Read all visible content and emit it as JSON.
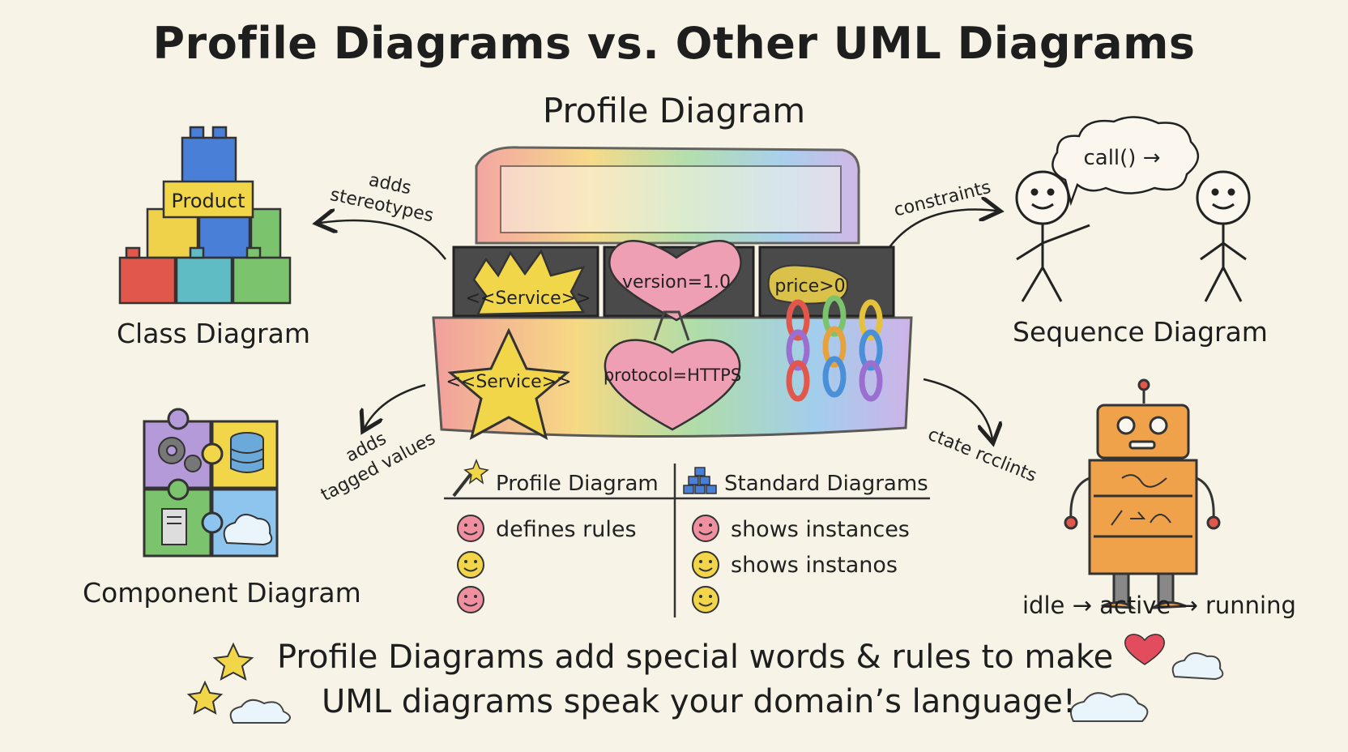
{
  "title": "Profile Diagrams vs. Other UML Diagrams",
  "center": {
    "heading": "Profile Diagram",
    "stereotype_label_1": "<<Service>>",
    "tag_version": "version=1.0",
    "constraint_price": "price>0",
    "stereotype_label_2": "<<Service>>",
    "tag_protocol": "protocol=HTTPS"
  },
  "class_diagram": {
    "caption": "Class Diagram",
    "block_label": "Product"
  },
  "sequence_diagram": {
    "caption": "Sequence Diagram",
    "bubble": "call() →"
  },
  "component_diagram": {
    "caption": "Component Diagram"
  },
  "state_diagram": {
    "caption": "idle → active → running"
  },
  "arrows": {
    "top_left": [
      "adds",
      "stereotypes"
    ],
    "top_right": "constraints",
    "bottom_left": [
      "adds",
      "tagged values"
    ],
    "bottom_right": "ctate rcclints"
  },
  "table": {
    "left_header": "Profile Diagram",
    "right_header": "Standard Diagrams",
    "left_rows": [
      "defines rules",
      "",
      ""
    ],
    "right_rows": [
      "shows instances",
      "shows instanos",
      ""
    ]
  },
  "footer": {
    "line1": "Profile Diagrams add special words & rules to make",
    "line2": "UML diagrams speak your domain’s language!"
  },
  "colors": {
    "background": "#f7f3e6",
    "ink": "#1e1e1e",
    "star": "#f2d64a",
    "heart": "#ef9fb3",
    "smiley_pink": "#ef8f9f",
    "smiley_yellow": "#f3d54a"
  }
}
